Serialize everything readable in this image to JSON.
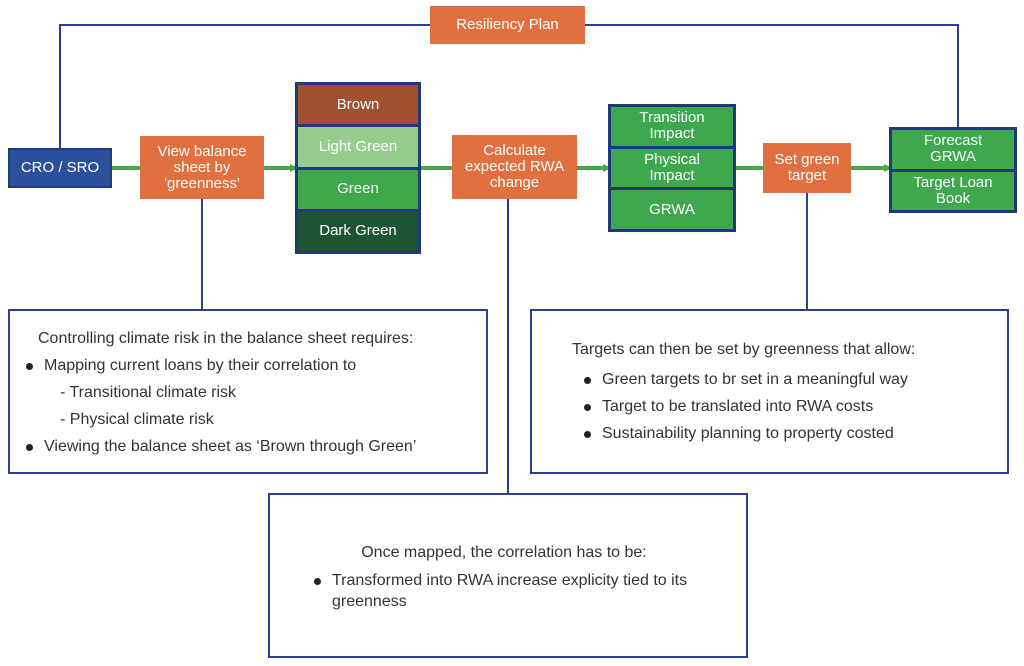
{
  "top": {
    "resiliency_plan": "Resiliency Plan"
  },
  "actor": {
    "label": "CRO / SRO"
  },
  "steps": {
    "view_balance": "View balance sheet by 'greenness'",
    "calculate_rwa": "Calculate expected RWA  change",
    "set_target": "Set green target"
  },
  "greenness_scale": [
    "Brown",
    "Light Green",
    "Green",
    "Dark Green"
  ],
  "impacts": [
    "Transition Impact",
    "Physical Impact",
    "GRWA"
  ],
  "outputs": [
    "Forecast GRWA",
    "Target Loan Book"
  ],
  "notes": {
    "left": {
      "heading": "Controlling climate risk in the balance sheet requires:",
      "bullet1": "Mapping current loans by their correlation to",
      "sub1": "- Transitional climate risk",
      "sub2": "- Physical climate risk",
      "bullet2": "Viewing the balance sheet as ‘Brown through Green’"
    },
    "middle": {
      "heading": "Once mapped, the correlation has to be:",
      "bullet1": "Transformed into RWA increase explicity tied to its greenness"
    },
    "right": {
      "heading": "Targets can then be set by greenness that allow:",
      "bullets": [
        "Green targets to br set in a meaningful way",
        "Target to be translated into RWA costs",
        "Sustainability planning to property costed"
      ]
    }
  },
  "colors": {
    "orange": "#e07040",
    "navy": "#2b4f9a",
    "green": "#3ea84e",
    "arrow": "#4aa84a",
    "line": "#2b3f8c"
  }
}
